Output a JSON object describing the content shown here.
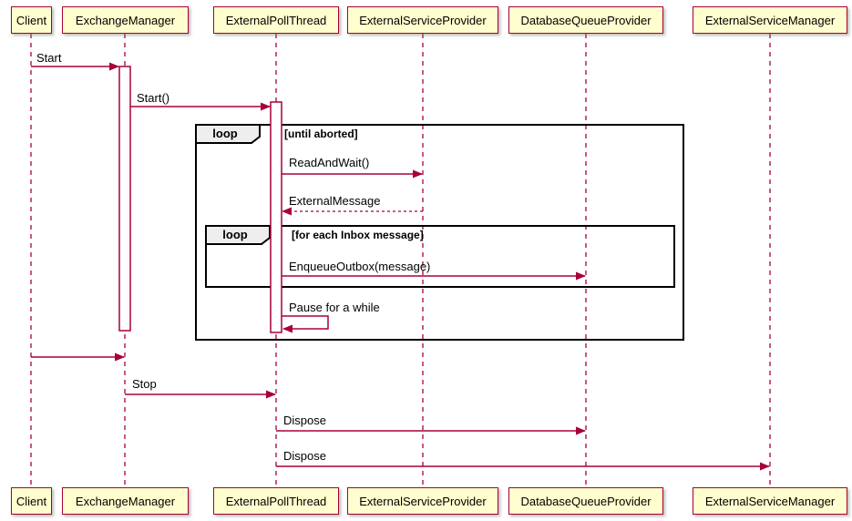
{
  "diagram": {
    "kind": "uml-sequence-diagram",
    "participants": [
      {
        "name": "Client"
      },
      {
        "name": "ExchangeManager"
      },
      {
        "name": "ExternalPollThread"
      },
      {
        "name": "ExternalServiceProvider"
      },
      {
        "name": "DatabaseQueueProvider"
      },
      {
        "name": "ExternalServiceManager"
      }
    ],
    "messages": [
      {
        "label": "Start",
        "from": "Client",
        "to": "ExchangeManager",
        "style": "solid"
      },
      {
        "label": "Start()",
        "from": "ExchangeManager",
        "to": "ExternalPollThread",
        "style": "solid"
      },
      {
        "label": "ReadAndWait()",
        "from": "ExternalPollThread",
        "to": "ExternalServiceProvider",
        "style": "solid"
      },
      {
        "label": "ExternalMessage",
        "from": "ExternalServiceProvider",
        "to": "ExternalPollThread",
        "style": "dashed-return"
      },
      {
        "label": "EnqueueOutbox(message)",
        "from": "ExternalPollThread",
        "to": "DatabaseQueueProvider",
        "style": "solid"
      },
      {
        "label": "Pause for a while",
        "from": "ExternalPollThread",
        "to": "ExternalPollThread",
        "style": "self"
      },
      {
        "label": "",
        "from": "Client",
        "to": "ExchangeManager",
        "style": "solid"
      },
      {
        "label": "Stop",
        "from": "ExchangeManager",
        "to": "ExternalPollThread",
        "style": "solid"
      },
      {
        "label": "Dispose",
        "from": "ExternalPollThread",
        "to": "DatabaseQueueProvider",
        "style": "solid"
      },
      {
        "label": "Dispose",
        "from": "ExternalPollThread",
        "to": "ExternalServiceManager",
        "style": "solid"
      }
    ],
    "fragments": [
      {
        "operator": "loop",
        "condition": "[until aborted]"
      },
      {
        "operator": "loop",
        "condition": "[for each Inbox message]"
      }
    ],
    "colors": {
      "participant_fill": "#FEFECE",
      "participant_border": "#A80036",
      "lifeline": "#A80036",
      "arrow": "#A80036",
      "activation_fill": "#FFFFFF",
      "fragment_border": "#000000",
      "fragment_tab_fill": "#EEEEEE",
      "text": "#000000",
      "background": "#FFFFFF"
    }
  }
}
